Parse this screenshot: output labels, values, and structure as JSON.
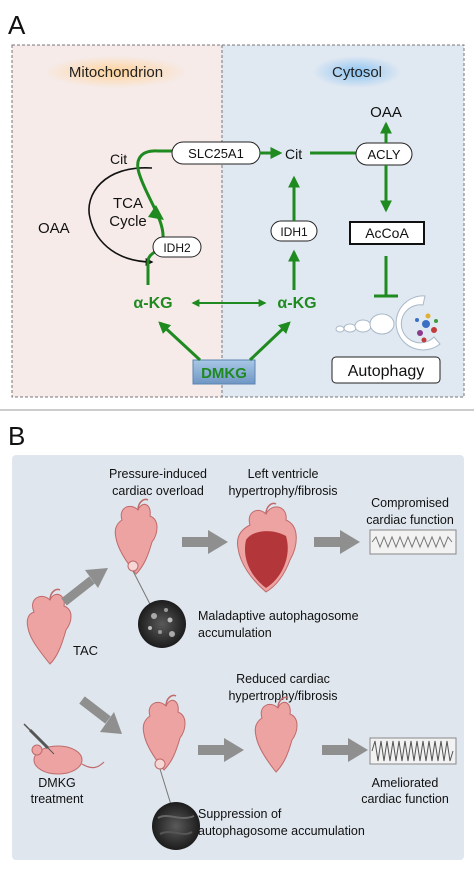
{
  "panel_a": {
    "letter": "A",
    "mito_label": "Mitochondrion",
    "cyto_label": "Cytosol",
    "cit_mito": "Cit",
    "oaa_left": "OAA",
    "tca_line1": "TCA",
    "tca_line2": "Cycle",
    "idh2": "IDH2",
    "slc": "SLC25A1",
    "cit_cyto": "Cit",
    "acly": "ACLY",
    "oaa_top": "OAA",
    "idh1": "IDH1",
    "accoa": "AcCoA",
    "akg_mito": "α-KG",
    "akg_cyto": "α-KG",
    "dmkg": "DMKG",
    "autophagy": "Autophagy"
  },
  "panel_b": {
    "letter": "B",
    "overload_1": "Pressure-induced",
    "overload_2": "cardiac overload",
    "lvh_1": "Left ventricle",
    "lvh_2": "hypertrophy/fibrosis",
    "comp_1": "Compromised",
    "comp_2": "cardiac function",
    "mal_1": "Maladaptive autophagosome",
    "mal_2": "accumulation",
    "tac": "TAC",
    "red_1": "Reduced cardiac",
    "red_2": "hypertrophy/fibrosis",
    "dmkg_1": "DMKG",
    "dmkg_2": "treatment",
    "amel_1": "Ameliorated",
    "amel_2": "cardiac function",
    "sup_1": "Suppression of",
    "sup_2": "autophagosome accumulation"
  },
  "colors": {
    "green": "#1f8a1f",
    "mito_bg": "#f6ebe9",
    "cyto_bg": "#e0e8f2",
    "panel_b_bg": "#dfe6ee",
    "heart": "#eea3a3",
    "heart_dark": "#b2363a",
    "arrow_gray": "#8f8f8f",
    "dmkg_box": "#7da5cf"
  }
}
